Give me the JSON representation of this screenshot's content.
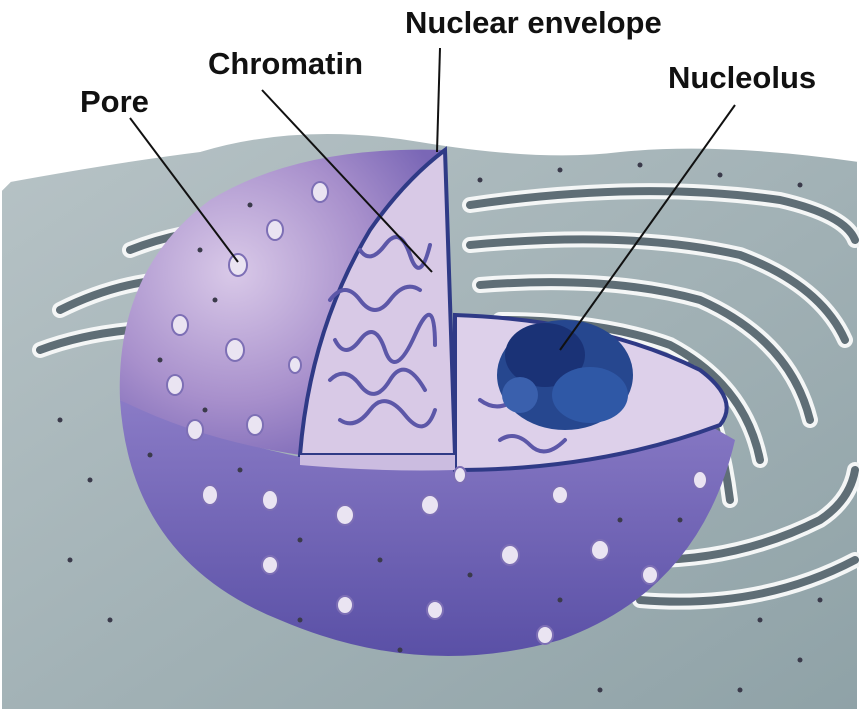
{
  "labels": {
    "nuclear_envelope": "Nuclear envelope",
    "chromatin": "Chromatin",
    "nucleolus": "Nucleolus",
    "pore": "Pore"
  },
  "colors": {
    "cytoplasm": "#aab8bc",
    "er": "#7d8c93",
    "nucleus_light": "#c7b3dc",
    "nucleus_dark": "#6a5db0",
    "cut_face": "#ddd0ea",
    "chromatin": "#5c57a8",
    "nucleolus": "#1f3d86"
  }
}
